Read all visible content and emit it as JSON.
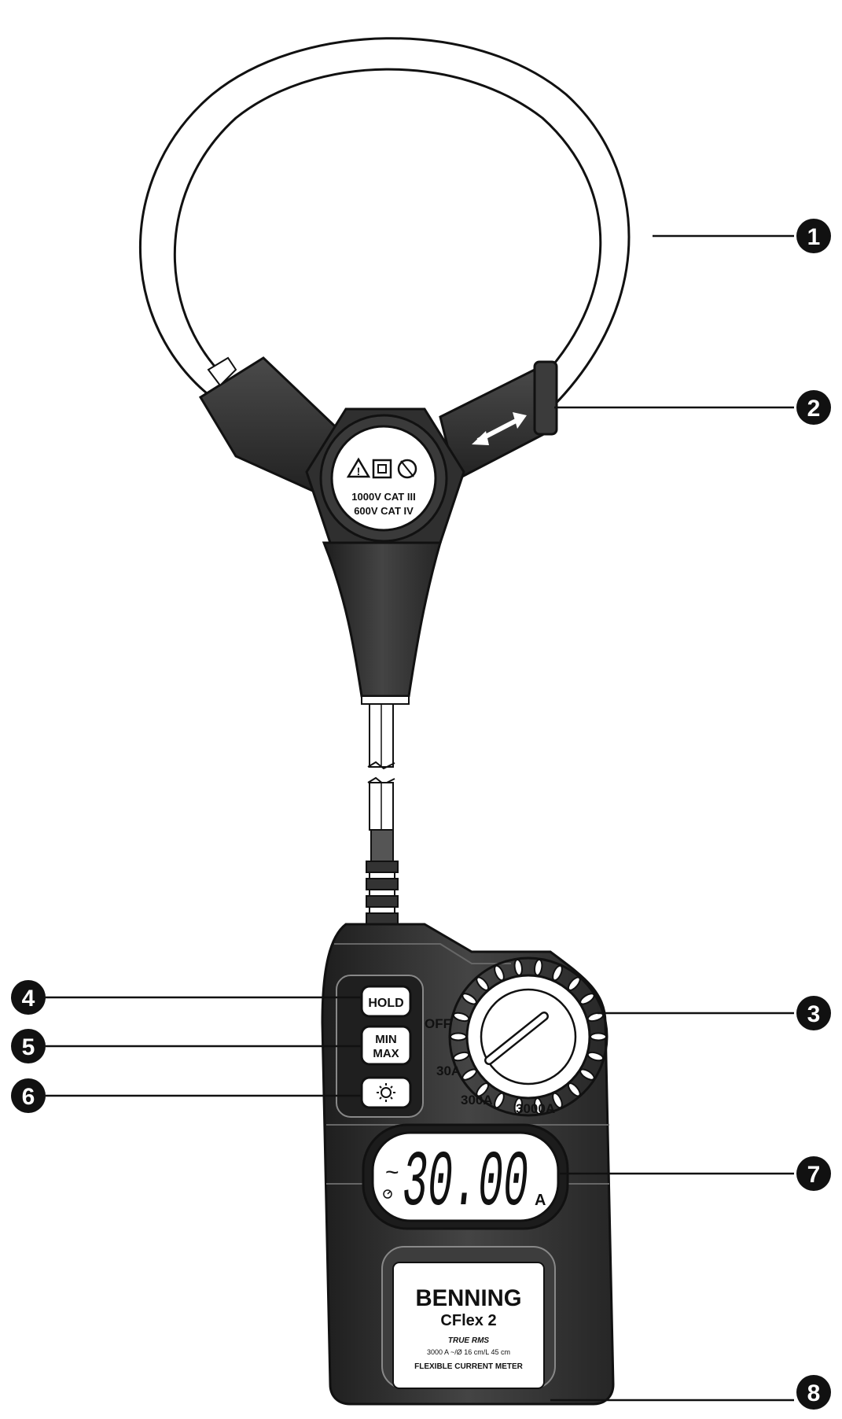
{
  "callouts": [
    "1",
    "2",
    "3",
    "4",
    "5",
    "6",
    "7",
    "8"
  ],
  "sensor_head": {
    "symbols": [
      "warning-triangle-icon",
      "double-insulation-icon",
      "no-disposal-icon"
    ],
    "rating_line1": "1000V CAT III",
    "rating_line2": "600V CAT IV"
  },
  "buttons": {
    "hold": "HOLD",
    "minmax_line1": "MIN",
    "minmax_line2": "MAX",
    "backlight": "backlight-sun-icon"
  },
  "range_switch": {
    "off": "OFF",
    "r1": "30A",
    "r2": "300A",
    "r3": "3000A"
  },
  "display": {
    "reading": "30.00",
    "unit": "A",
    "ac_symbol": "~",
    "auto_off_symbol": "timer-icon"
  },
  "label": {
    "brand": "BENNING",
    "model": "CFlex 2",
    "feature": "TRUE RMS",
    "spec": "3000 A ~/Ø 16 cm/L 45 cm",
    "description": "FLEXIBLE CURRENT METER"
  },
  "colors": {
    "ink": "#111111",
    "body": "#3a3a3a",
    "body_dark": "#1f1f1f",
    "background": "#ffffff"
  }
}
